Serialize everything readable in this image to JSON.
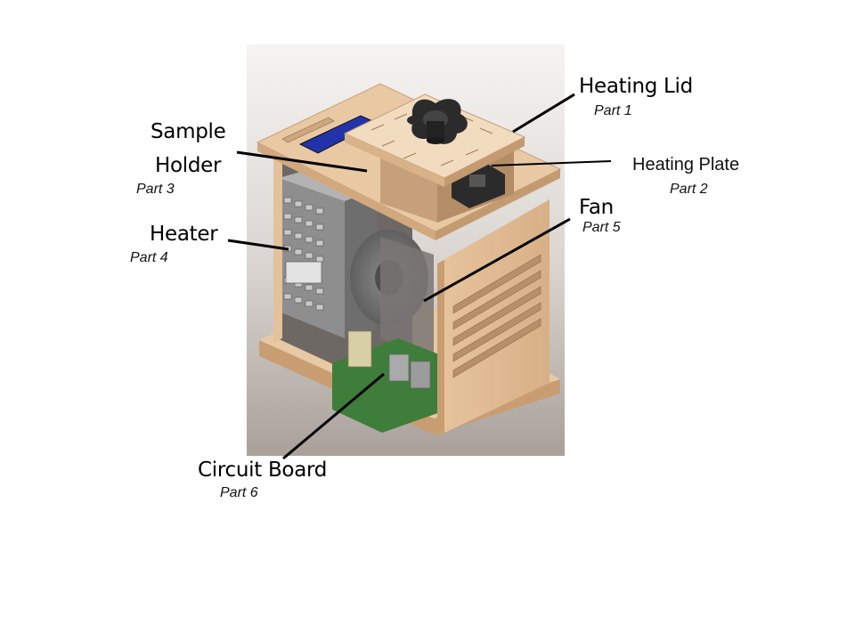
{
  "callouts": {
    "heating_lid": {
      "name": "Heating Lid",
      "part": "Part 1"
    },
    "heating_plate": {
      "name": "Heating Plate",
      "part": "Part 2"
    },
    "sample_holder": {
      "name_line1": "Sample",
      "name_line2": "Holder",
      "part": "Part 3"
    },
    "heater": {
      "name": "Heater",
      "part": "Part 4"
    },
    "fan": {
      "name": "Fan",
      "part": "Part 5"
    },
    "circuit_board": {
      "name": "Circuit Board",
      "part": "Part 6"
    }
  },
  "colors": {
    "wood": "#e9c9a3",
    "wood_shade": "#d4ac82",
    "wood_edge": "#b98c62",
    "background_shadow": "#b9b3b0",
    "heater_box": "#9a9a9a",
    "pcb_green": "#3f7d3a",
    "display_blue": "#2233aa",
    "knob": "#2b2b2b"
  }
}
